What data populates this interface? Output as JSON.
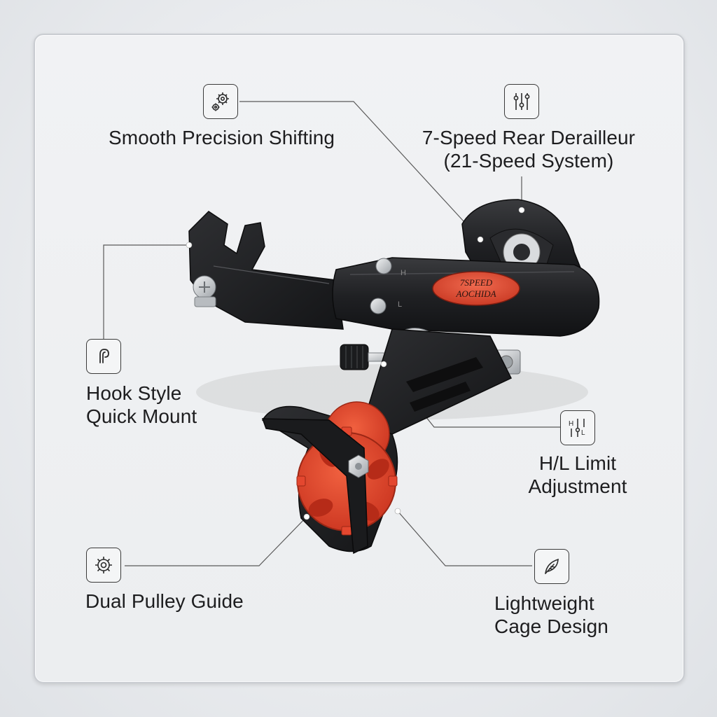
{
  "features": {
    "shifting": {
      "title": "Smooth Precision Shifting",
      "icon": "gears-icon"
    },
    "speed": {
      "line1": "7-Speed Rear Derailleur",
      "line2": "(21-Speed System)",
      "icon": "sliders-icon"
    },
    "mount": {
      "line1": "Hook Style",
      "line2": "Quick Mount",
      "icon": "hook-icon"
    },
    "limit": {
      "line1": "H/L Limit",
      "line2": "Adjustment",
      "icon": "hl-limit-icon"
    },
    "pulley": {
      "title": "Dual Pulley Guide",
      "icon": "gear-icon"
    },
    "cage": {
      "line1": "Lightweight",
      "line2": "Cage Design",
      "icon": "feather-icon"
    }
  },
  "product": {
    "badge_line1": "7SPEED",
    "badge_line2": "AOCHIDA",
    "mark_h": "H",
    "mark_l": "L"
  },
  "colors": {
    "body": "#1e1f21",
    "badge": "#d8432e",
    "pulley": "#e4472f",
    "metal": "#c8ccd0"
  }
}
